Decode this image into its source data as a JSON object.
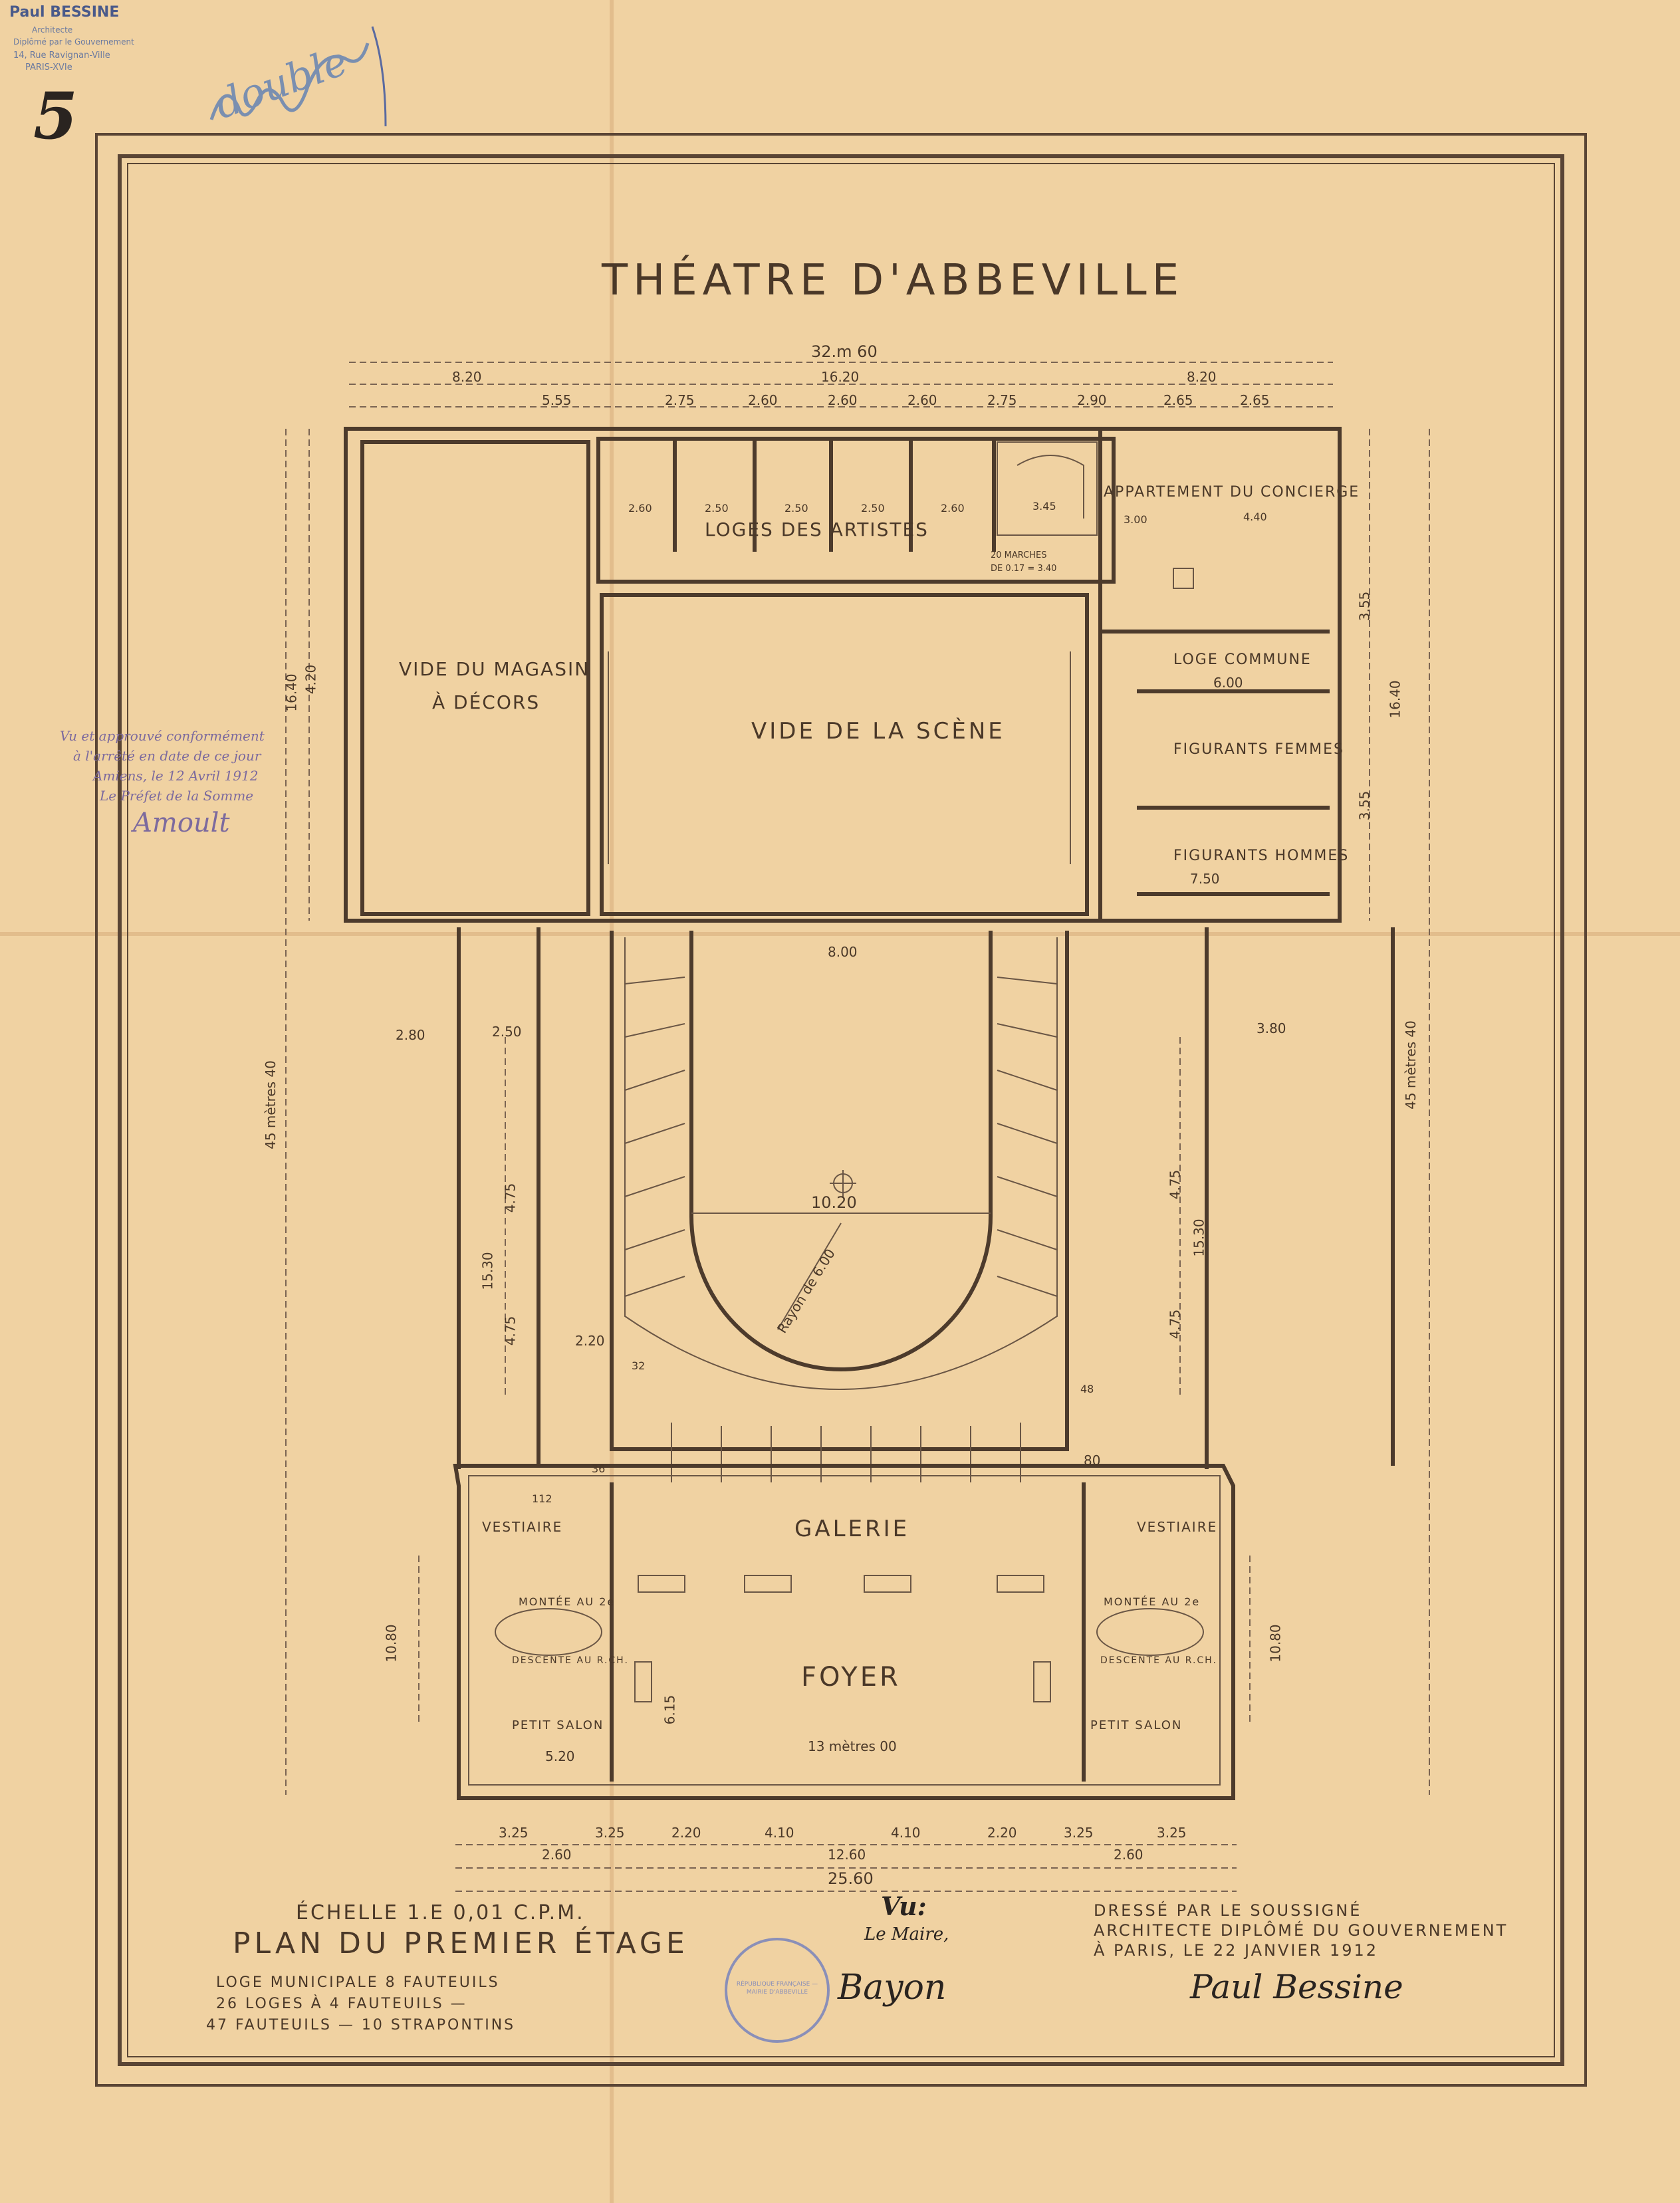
{
  "corner": {
    "stamp_line1": "Paul BESSINE",
    "stamp_line2": "Architecte",
    "stamp_line3": "Diplômé par le Gouvernement",
    "stamp_line4": "14, Rue Ravignan-Ville",
    "stamp_line5": "PARIS-XVIe",
    "sheet_number": "5",
    "pencil_note": "double"
  },
  "title": "THÉATRE D'ABBEVILLE",
  "rooms": {
    "loges_artistes": "LOGES DES ARTISTES",
    "appartement": "APPARTEMENT DU CONCIERGE",
    "magasin_line1": "VIDE DU MAGASIN",
    "magasin_line2": "À DÉCORS",
    "scene": "VIDE DE LA SCÈNE",
    "loge_commune": "LOGE COMMUNE",
    "figurants_femmes": "FIGURANTS FEMMES",
    "figurants_hommes": "FIGURANTS HOMMES",
    "galerie": "GALERIE",
    "foyer": "FOYER",
    "vestiaire_left": "VESTIAIRE",
    "vestiaire_right": "VESTIAIRE",
    "montee_left": "MONTÉE AU 2e",
    "montee_right": "MONTÉE AU 2e",
    "descente_left": "DESCENTE AU R.CH.",
    "descente_right": "DESCENTE AU R.CH.",
    "salon_left": "PETIT SALON",
    "salon_right": "PETIT SALON",
    "marches": "20 MARCHES",
    "marches_dim": "DE 0.17 = 3.40"
  },
  "dimensions": {
    "top_total": "32.m 60",
    "top_left": "8.20",
    "top_mid": "16.20",
    "top_right": "8.20",
    "loge_row": [
      "5.55",
      "2.75",
      "2.60",
      "2.60",
      "2.60",
      "2.75",
      "2.90",
      "2.65",
      "2.65"
    ],
    "loge_small": [
      "2.50",
      "2.50",
      "2.50",
      "2.60",
      "2.60"
    ],
    "stair_w": "3.45",
    "concierge_w": "3.00",
    "concierge_w2": "4.40",
    "loge_commune_w": "6.00",
    "figurants_w": "7.50",
    "stage_open": "8.00",
    "hall_w": "10.20",
    "radius": "Rayon de 6.00",
    "foyer_w": "13 mètres 00",
    "foyer_d": "6.15",
    "bottom_row": [
      "3.25",
      "3.25",
      "2.20",
      "4.10",
      "4.10",
      "2.20",
      "3.25",
      "3.25"
    ],
    "bottom_mid_left": "2.60",
    "bottom_mid": "12.60",
    "bottom_mid_right": "2.60",
    "bottom_total": "25.60",
    "left_height": "45 mètres 40",
    "right_height": "45 mètres 40",
    "left_16": "16.40",
    "left_420": "4.20",
    "right_1640": "16.40",
    "right_355": "3.55",
    "right_355b": "3.55",
    "left_1530": "15.30",
    "right_1530": "15.30",
    "left_475": "4.75",
    "left_475b": "4.75",
    "right_475": "4.75",
    "right_475b": "4.75",
    "left_1080": "10.80",
    "right_1080": "10.80",
    "side_250": "2.50",
    "side_280": "2.80",
    "side_380": "3.80",
    "side_220": "2.20",
    "salon_520": "5.20",
    "seat_80": "80",
    "seat_32": "32",
    "seat_36": "36",
    "seat_48": "48",
    "seat_112": "112"
  },
  "approval": {
    "line1": "Vu et approuvé conformément",
    "line2": "à l'arrêté en date de ce jour",
    "line3": "Amiens, le 12 Avril 1912",
    "line4": "Le Préfet de la Somme",
    "signature": "Amoult"
  },
  "legend": {
    "scale": "ÉCHELLE 1.E 0,01 C.P.M.",
    "plan_title": "PLAN DU PREMIER ÉTAGE",
    "line1": "LOGE MUNICIPALE 8 FAUTEUILS",
    "line2": "26 LOGES À 4 FAUTEUILS —",
    "line3": "47 FAUTEUILS — 10 STRAPONTINS"
  },
  "vu": {
    "heading": "Vu:",
    "sub": "Le Maire,",
    "signature": "Bayon",
    "seal": "RÉPUBLIQUE FRANÇAISE — MAIRIE D'ABBEVILLE"
  },
  "architect": {
    "line1": "DRESSÉ PAR LE SOUSSIGNÉ",
    "line2": "ARCHITECTE DIPLÔMÉ DU GOUVERNEMENT",
    "line3": "À PARIS, LE 22 JANVIER 1912",
    "signature": "Paul Bessine"
  },
  "colors": {
    "paper": "#f0d2a2",
    "ink": "#4d3b2c",
    "blue_pencil": "#7a8fb0",
    "violet_ink": "#7c6a9e"
  }
}
